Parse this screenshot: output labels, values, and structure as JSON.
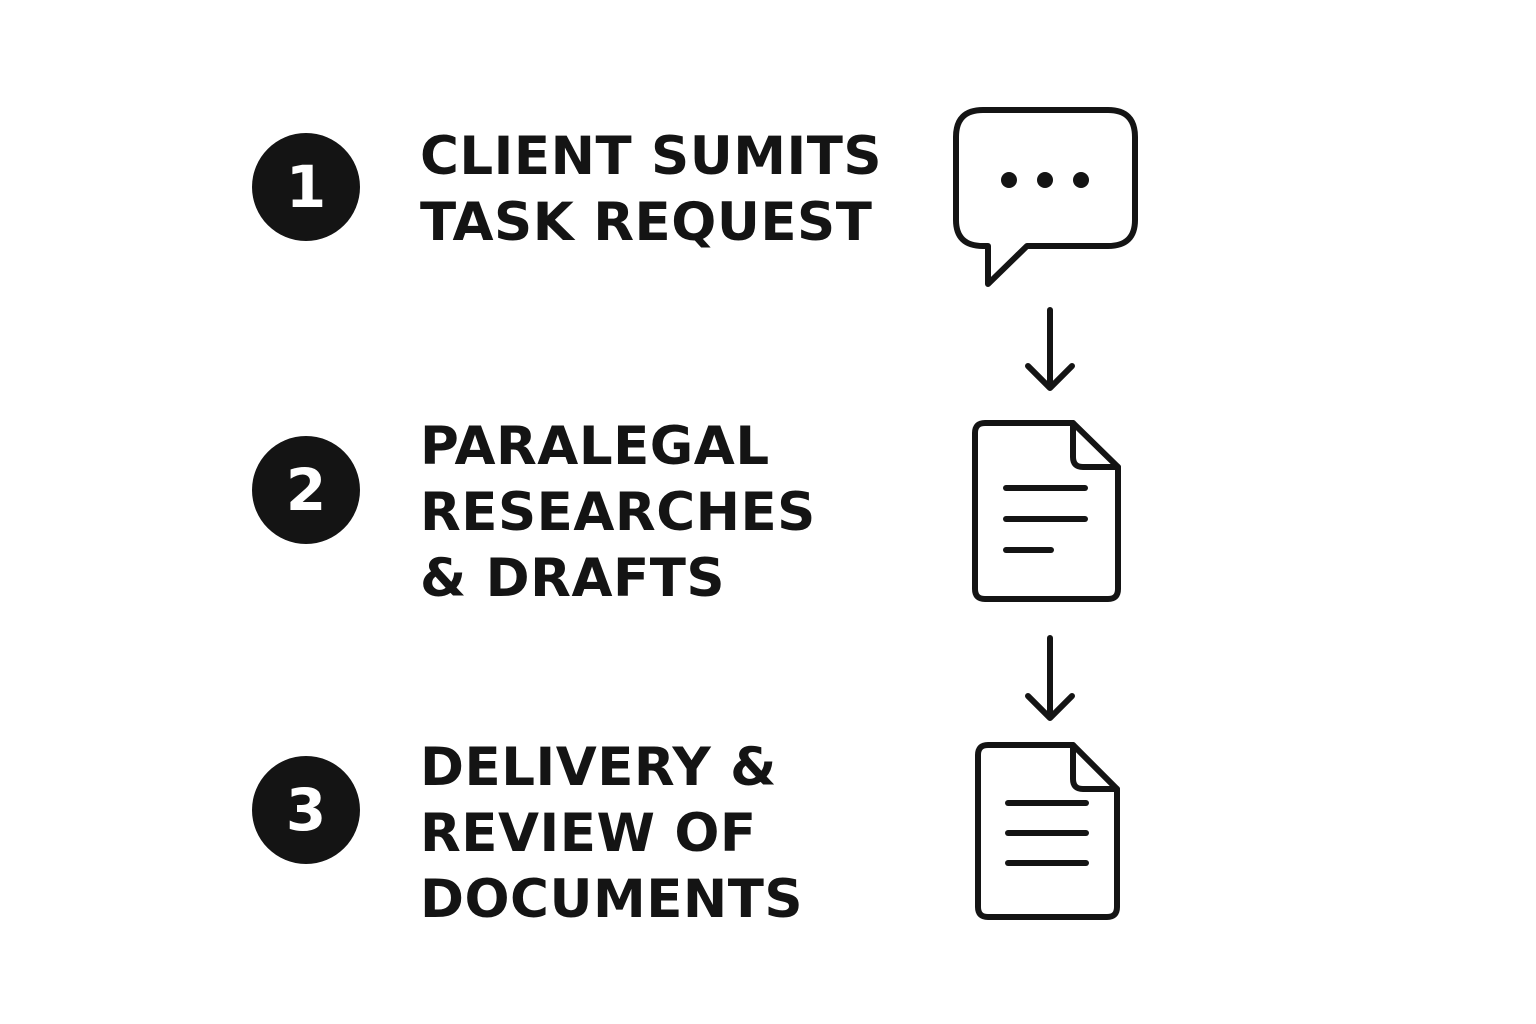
{
  "steps": [
    {
      "number": "1",
      "lines": [
        "CLIENT SUMITS",
        "TASK REQUEST"
      ],
      "icon": "speech-bubble-icon"
    },
    {
      "number": "2",
      "lines": [
        "PARALEGAL",
        "RESEARCHES",
        "& DRAFTS"
      ],
      "icon": "document-icon"
    },
    {
      "number": "3",
      "lines": [
        "DELIVERY &",
        "REVIEW OF",
        "DOCUMENTS"
      ],
      "icon": "document-icon"
    }
  ],
  "connectors": [
    "arrow-down-icon",
    "arrow-down-icon"
  ],
  "colors": {
    "ink": "#141414",
    "background": "#ffffff"
  }
}
